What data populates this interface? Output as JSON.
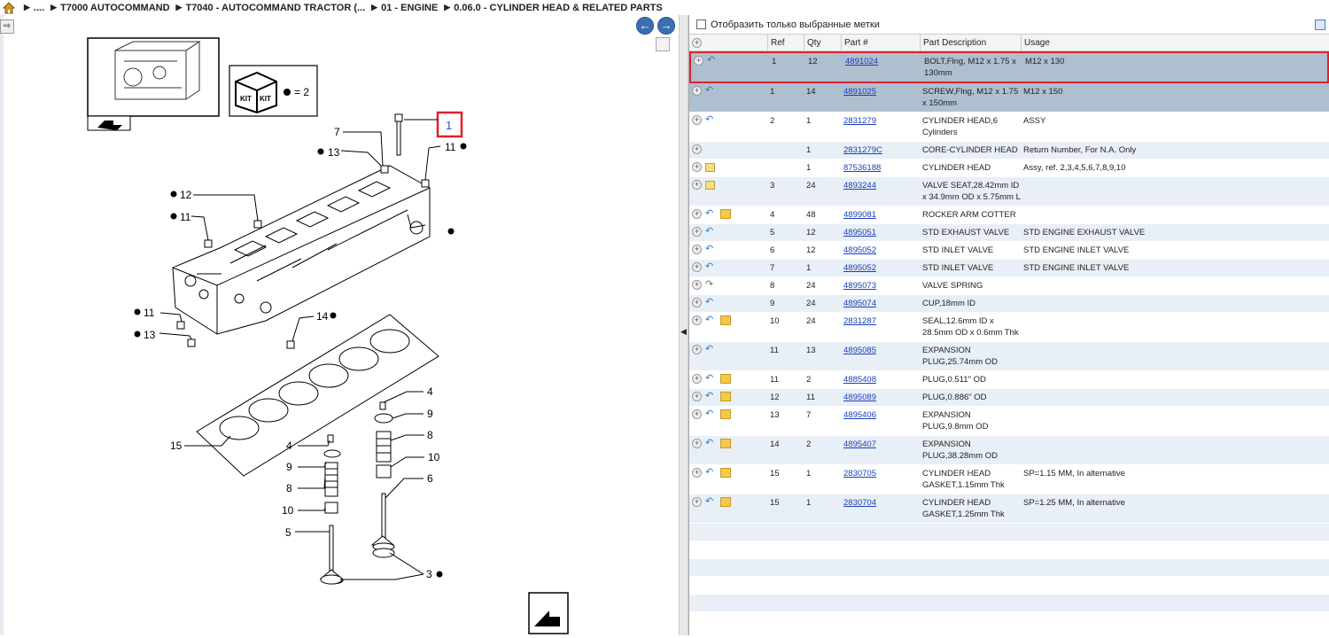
{
  "breadcrumb": {
    "items": [
      "....",
      "T7000 AUTOCOMMAND",
      "T7040 - AUTOCOMMAND TRACTOR (...",
      "01 - ENGINE",
      "0.06.0 - CYLINDER HEAD & RELATED PARTS"
    ]
  },
  "diagram": {
    "kit_legend": "= 2",
    "kit_label": "KIT",
    "selected_callout": "1",
    "callouts": [
      "7",
      "13",
      "11",
      "12",
      "11",
      "11",
      "13",
      "14",
      "15",
      "4",
      "9",
      "8",
      "10",
      "5",
      "4",
      "9",
      "8",
      "10",
      "6",
      "3"
    ]
  },
  "filter": {
    "label": "Отобразить только выбранные метки"
  },
  "table": {
    "headers": {
      "ref": "Ref",
      "qty": "Qty",
      "part": "Part #",
      "desc": "Part Description",
      "usage": "Usage"
    },
    "rows": [
      {
        "ref": "1",
        "qty": "12",
        "part": "4891024",
        "desc": "BOLT,Flng, M12 x 1.75 x 130mm",
        "usage": "M12 x 130",
        "icon": "return"
      },
      {
        "ref": "1",
        "qty": "14",
        "part": "4891025",
        "desc": "SCREW,Flng, M12 x 1.75 x 150mm",
        "usage": "M12 x 150",
        "icon": "return"
      },
      {
        "ref": "2",
        "qty": "1",
        "part": "2831279",
        "desc": "CYLINDER HEAD,6 Cylinders",
        "usage": "ASSY",
        "icon": "return"
      },
      {
        "ref": "",
        "qty": "1",
        "part": "2831279C",
        "desc": "CORE-CYLINDER HEAD",
        "usage": "Return Number, For N.A. Only",
        "icon": ""
      },
      {
        "ref": "",
        "qty": "1",
        "part": "87536188",
        "desc": "CYLINDER HEAD",
        "usage": "Assy, ref. 2,3,4,5,6,7,8,9,10",
        "icon": "note"
      },
      {
        "ref": "3",
        "qty": "24",
        "part": "4893244",
        "desc": "VALVE SEAT,28.42mm ID x 34.9mm OD x 5.75mm L",
        "usage": "",
        "icon": "note"
      },
      {
        "ref": "4",
        "qty": "48",
        "part": "4899081",
        "desc": "ROCKER ARM COTTER",
        "usage": "",
        "icon": "return-box"
      },
      {
        "ref": "5",
        "qty": "12",
        "part": "4895051",
        "desc": "STD EXHAUST VALVE",
        "usage": "STD ENGINE EXHAUST VALVE",
        "icon": "return"
      },
      {
        "ref": "6",
        "qty": "12",
        "part": "4895052",
        "desc": "STD INLET VALVE",
        "usage": "STD ENGINE INLET VALVE",
        "icon": "return"
      },
      {
        "ref": "7",
        "qty": "1",
        "part": "4895052",
        "desc": "STD INLET VALVE",
        "usage": "STD ENGINE INLET VALVE",
        "icon": "return"
      },
      {
        "ref": "8",
        "qty": "24",
        "part": "4895073",
        "desc": "VALVE SPRING",
        "usage": "",
        "icon": "green"
      },
      {
        "ref": "9",
        "qty": "24",
        "part": "4895074",
        "desc": "CUP,18mm ID",
        "usage": "",
        "icon": "return"
      },
      {
        "ref": "10",
        "qty": "24",
        "part": "2831287",
        "desc": "SEAL,12.6mm ID x 28.5mm OD x 0.6mm Thk",
        "usage": "",
        "icon": "return-box"
      },
      {
        "ref": "11",
        "qty": "13",
        "part": "4895085",
        "desc": "EXPANSION PLUG,25.74mm OD",
        "usage": "",
        "icon": "return"
      },
      {
        "ref": "11",
        "qty": "2",
        "part": "4885408",
        "desc": "PLUG,0.511\" OD",
        "usage": "",
        "icon": "return-box"
      },
      {
        "ref": "12",
        "qty": "11",
        "part": "4895089",
        "desc": "PLUG,0.886\" OD",
        "usage": "",
        "icon": "return-box"
      },
      {
        "ref": "13",
        "qty": "7",
        "part": "4895406",
        "desc": "EXPANSION PLUG,9.8mm OD",
        "usage": "",
        "icon": "return-box"
      },
      {
        "ref": "14",
        "qty": "2",
        "part": "4895407",
        "desc": "EXPANSION PLUG,38.28mm OD",
        "usage": "",
        "icon": "return-box"
      },
      {
        "ref": "15",
        "qty": "1",
        "part": "2830705",
        "desc": "CYLINDER HEAD GASKET,1.15mm Thk",
        "usage": "SP=1.15 MM, In alternative",
        "icon": "return-box"
      },
      {
        "ref": "15",
        "qty": "1",
        "part": "2830704",
        "desc": "CYLINDER HEAD GASKET,1.25mm Thk",
        "usage": "SP=1.25 MM, In alternative",
        "icon": "return-box"
      }
    ]
  },
  "colors": {
    "highlight_border": "#e0212a",
    "selected_row": "#aebfcf",
    "link": "#1a3fb8",
    "nav_button": "#3a6fb0"
  }
}
